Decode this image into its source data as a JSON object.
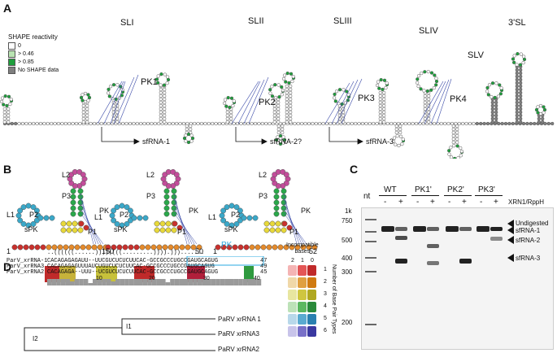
{
  "panels": {
    "a": "A",
    "b": "B",
    "c": "C",
    "d": "D"
  },
  "shape_legend": {
    "title": "SHAPE reactivity",
    "items": [
      {
        "label": "0",
        "color": "#ffffff"
      },
      {
        "label": "> 0.46",
        "color": "#b9e3b2"
      },
      {
        "label": "> 0.85",
        "color": "#1e9e3c"
      },
      {
        "label": "No SHAPE data",
        "color": "#7f7f7f"
      }
    ]
  },
  "panel_a": {
    "stemloops": [
      "SLI",
      "SLII",
      "SLIII",
      "SLIV",
      "SLV",
      "3'SL"
    ],
    "pks": [
      "PK1",
      "PK2",
      "PK3",
      "PK4"
    ],
    "sfrnas": [
      "sfRNA-1",
      "sfRNA-2?",
      "sfRNA-3"
    ]
  },
  "panel_b": {
    "structures": [
      {
        "labels": [
          "L2",
          "P3",
          "PK",
          "L1",
          "P2",
          "sPK",
          "P1"
        ],
        "start": "1",
        "end": "50"
      },
      {
        "labels": [
          "L2",
          "P3",
          "PK",
          "L1",
          "P2",
          "sPK",
          "P1"
        ],
        "start": "1",
        "end": "50"
      },
      {
        "labels": [
          "L2",
          "P3",
          "PK",
          "L1",
          "P2",
          "sPK",
          "P1"
        ],
        "start": "1",
        "end": "52"
      }
    ]
  },
  "panel_d": {
    "pk_label": "PK",
    "dotbracket": "..((((((......))))((((.........)))).))).......",
    "rows": [
      {
        "name": "ParV_xrRNA-1",
        "seq": "CACAGAGAGAUU--UUCGUCUCUCUUCAC-GCCGCCCUGCCGAUGCAGUG",
        "len": "47"
      },
      {
        "name": "ParV_xrRNA3",
        "seq": "CACAGAGAGUUUAUCUGUCUCUCUUCAC-GCCGCCCUGCCGAUGCAGUG",
        "len": "49"
      },
      {
        "name": "ParV_xrRNA2",
        "seq": "CACAGAGA--UUU--UCGUCUCUCUUCAC-GCCGCCCUGCCGAUGCAGUG",
        "len": "45"
      }
    ],
    "ticks": [
      "10",
      "20",
      "30",
      "40"
    ],
    "incompatible_title": "Incompatible\nbases",
    "incompatible_cols": [
      "2",
      "1",
      "0"
    ],
    "bpt_title": "Number of Base Pair Types",
    "bpt_rows": [
      "1",
      "2",
      "3",
      "4",
      "5",
      "6"
    ],
    "tree_leaves": [
      "PaRV xrRNA 1",
      "PaRV xrRNA3",
      "PaRV xrRNA2"
    ],
    "tree_nodes": [
      "I1",
      "I2"
    ]
  },
  "panel_c": {
    "nt_label": "nt",
    "lanes": [
      "WT",
      "PK1'",
      "PK2'",
      "PK3'"
    ],
    "signs": [
      "-",
      "+",
      "-",
      "+",
      "-",
      "+",
      "-",
      "+"
    ],
    "treatment": "XRN1/RppH",
    "markers": [
      "1k",
      "750",
      "500",
      "400",
      "300",
      "200"
    ],
    "bands": [
      "Undigested",
      "sfRNA-1",
      "sfRNA-2",
      "sfRNA-3"
    ]
  }
}
